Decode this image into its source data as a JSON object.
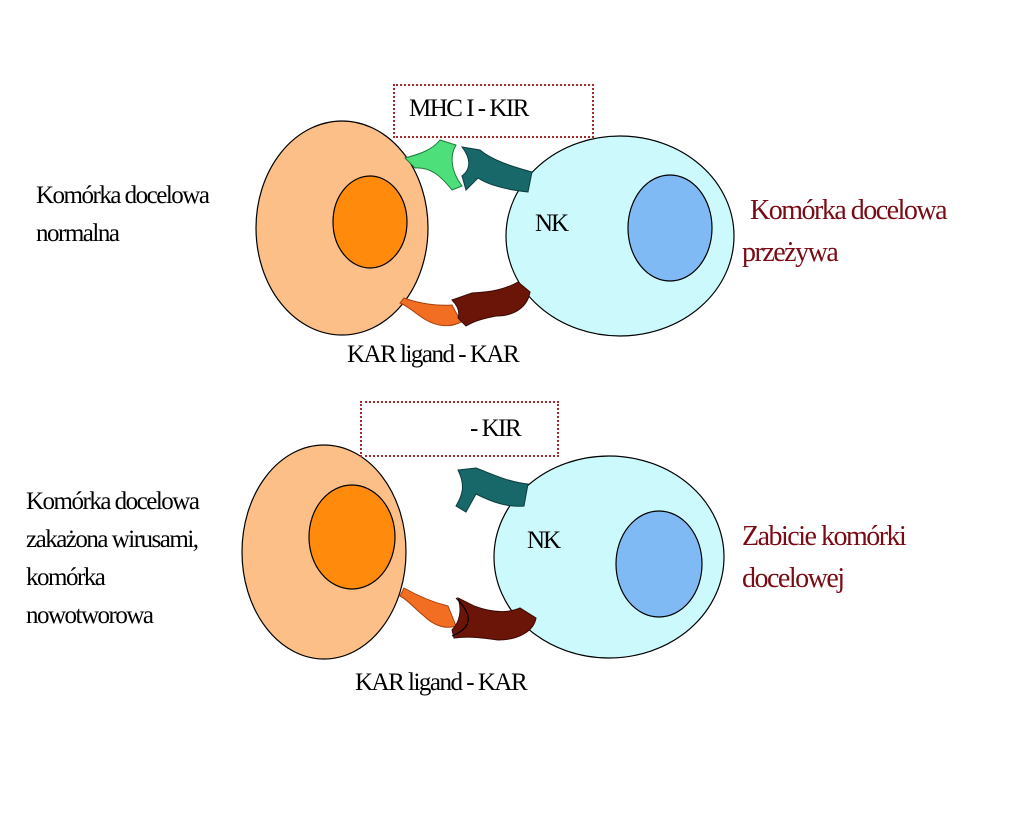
{
  "panel_top": {
    "box_label": "MHC I - KIR",
    "target_cell_label": [
      "Komórka docelowa",
      "normalna"
    ],
    "nk_label": "NK",
    "bottom_label": "KAR ligand - KAR",
    "outcome": [
      "Komórka docelowa",
      "przeżywa"
    ]
  },
  "panel_bottom": {
    "box_label": "- KIR",
    "target_cell_label": [
      "Komórka docelowa",
      "zakażona wirusami,",
      "komórka",
      "nowotworowa"
    ],
    "nk_label": "NK",
    "bottom_label": "KAR ligand - KAR",
    "outcome": [
      "Zabicie komórki",
      "docelowej"
    ]
  },
  "colors": {
    "target_cytoplasm": "#fbbf87",
    "target_nucleus": "#ff8a0c",
    "nk_cytoplasm": "#ccf9fb",
    "nk_nucleus": "#80baf5",
    "mhc": "#4de07a",
    "kir": "#18686a",
    "kar_ligand": "#f26e22",
    "kar": "#6b1509",
    "outcome_text": "#7a0a14",
    "box_border": "#a52a2a"
  }
}
